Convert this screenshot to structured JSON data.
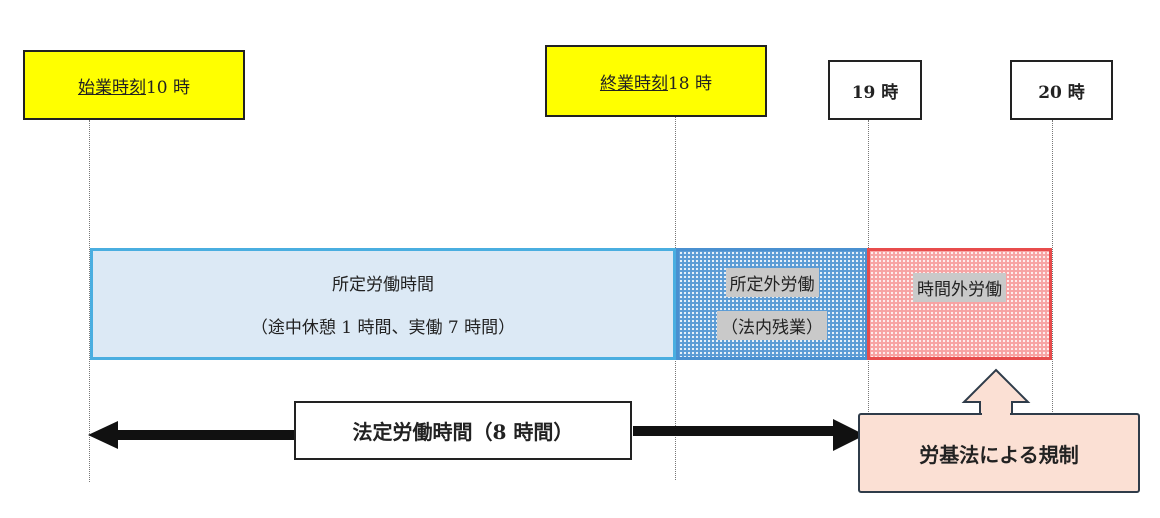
{
  "markers": {
    "start": {
      "label": "始業時刻",
      "time": "10 時"
    },
    "end": {
      "label": "終業時刻",
      "time": "18 時"
    },
    "h19": "19 時",
    "h20": "20 時"
  },
  "bars": {
    "prescribed": {
      "line1": "所定労働時間",
      "line2": "（途中休憩 1 時間、実働 7 時間）"
    },
    "non_prescribed": {
      "line1": "所定外労働",
      "line2": "（法内残業）"
    },
    "overtime": {
      "line1": "時間外労働"
    }
  },
  "legal_hours": "法定労働時間（8 時間）",
  "regulation": "労基法による規制",
  "colors": {
    "yellow": "#ffff00",
    "prescribed_fill": "#dce9f5",
    "non_prescribed_fill": "#5b9bd5",
    "overtime_fill": "#f7a3a3",
    "regulation_fill": "#fbe0d4"
  }
}
